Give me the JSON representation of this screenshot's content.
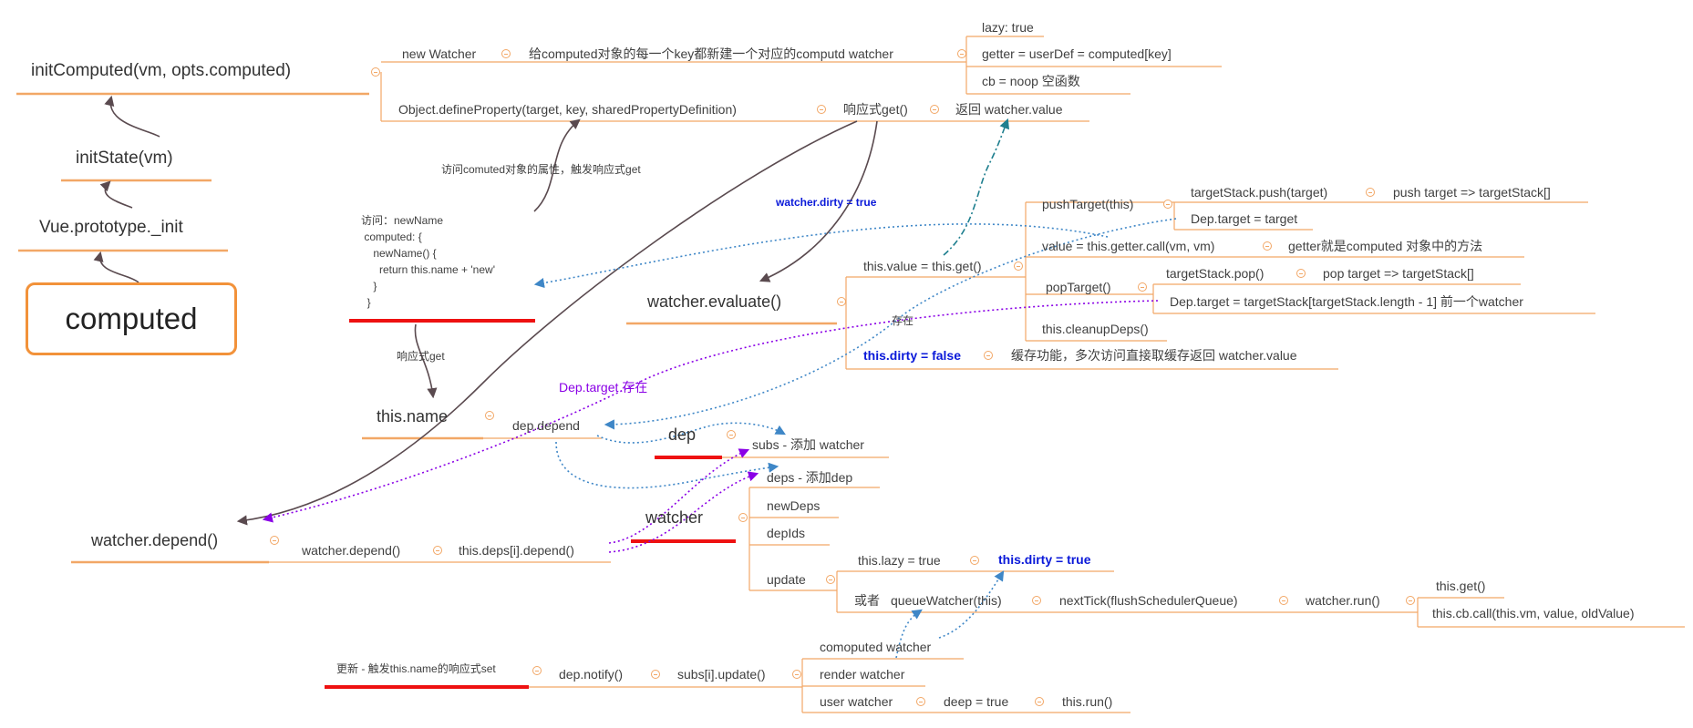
{
  "root": "computed",
  "init_chain": [
    "initComputed(vm, opts.computed)",
    "initState(vm)",
    "Vue.prototype._init"
  ],
  "new_watcher": {
    "label": "new Watcher",
    "desc": "给computed对象的每一个key都新建一个对应的computd watcher",
    "props": [
      "lazy: true",
      "getter = userDef = computed[key]",
      "cb = noop 空函数"
    ]
  },
  "define_property": {
    "label": "Object.defineProperty(target, key, sharedPropertyDefinition)",
    "getter": "响应式get()",
    "returns": "返回 watcher.value"
  },
  "annotations": {
    "access_comuted": "访问comuted对象的属性，触发响应式get",
    "dirty_true": "watcher.dirty = true",
    "reactive_get": "响应式get",
    "dep_target_exists": "Dep.target 存在",
    "exists": "存在"
  },
  "code_sample": {
    "lines": [
      "访问：newName",
      " computed: {",
      "    newName() {",
      "      return this.name + 'new'",
      "    }",
      "  }"
    ]
  },
  "evaluate": {
    "label": "watcher.evaluate()",
    "this_value": "this.value = this.get()",
    "push_target": "pushTarget(this)",
    "stack_push": "targetStack.push(target)",
    "push_note": "push target => targetStack[]",
    "dep_target_set": "Dep.target = target",
    "getter_call": "value = this.getter.call(vm, vm)",
    "getter_note": "getter就是computed 对象中的方法",
    "pop_target": "popTarget()",
    "stack_pop": "targetStack.pop()",
    "pop_note": "pop target => targetStack[]",
    "dep_target_restore": "Dep.target = targetStack[targetStack.length - 1] 前一个watcher",
    "cleanup": "this.cleanupDeps()",
    "dirty_false": "this.dirty = false",
    "cache_note": "缓存功能，多次访问直接取缓存返回 watcher.value"
  },
  "this_name": {
    "label": "this.name",
    "depend": "dep.depend"
  },
  "dep": {
    "label": "dep",
    "subs": "subs - 添加 watcher"
  },
  "watcher": {
    "label": "watcher",
    "deps": "deps - 添加dep",
    "new_deps": "newDeps",
    "dep_ids": "depIds",
    "update": "update",
    "lazy": "this.lazy = true",
    "dirty_true": "this.dirty = true",
    "or": "或者",
    "queue": "queueWatcher(this)",
    "next_tick": "nextTick(flushSchedulerQueue)",
    "run": "watcher.run()",
    "get": "this.get()",
    "cb_call": "this.cb.call(this.vm, value, oldValue)"
  },
  "watcher_depend": {
    "label": "watcher.depend()",
    "call": "watcher.depend()",
    "deps_depend": "this.deps[i].depend()"
  },
  "update_section": {
    "label": "更新 - 触发this.name的响应式set",
    "notify": "dep.notify()",
    "subs_update": "subs[i].update()",
    "computed_watcher": "comoputed watcher",
    "render_watcher": "render watcher",
    "user_watcher": "user watcher",
    "deep": "deep = true",
    "run": "this.run()"
  },
  "colors": {
    "branch": "#f2a766",
    "root_border": "#f2923a",
    "red_underline": "#ee1111",
    "connector_dark": "#5a4a4f",
    "dotted_blue": "#3f87c7",
    "dotted_purple": "#8a00e6",
    "dashdot_teal": "#1f7f8f",
    "bold_blue": "#0a19d9"
  }
}
